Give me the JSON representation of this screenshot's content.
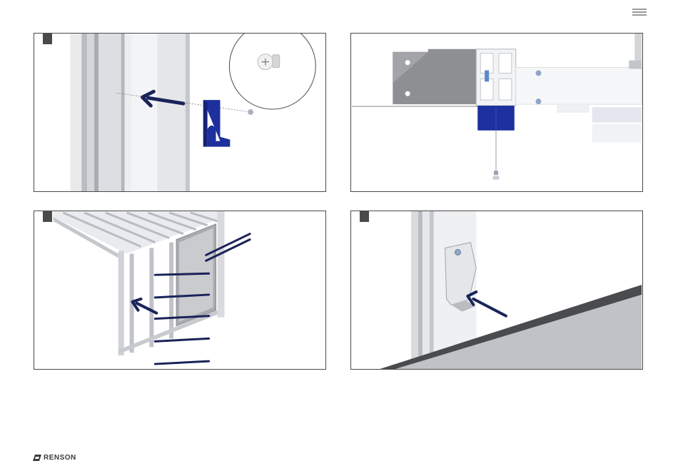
{
  "document": {
    "panels": [
      {
        "id": "panel-1",
        "has_step_marker": true
      },
      {
        "id": "panel-2",
        "has_step_marker": false
      },
      {
        "id": "panel-3",
        "has_step_marker": true
      },
      {
        "id": "panel-4",
        "has_step_marker": true
      }
    ],
    "menu_icon": "hamburger-menu-icon",
    "logo": {
      "text": "RENSON",
      "icon": "renson-logo-icon"
    },
    "colors": {
      "bracket_blue": "#1e2f9e",
      "arrow_navy": "#1a2358",
      "frame_border": "#4a4a4a",
      "profile_grey": "#c9ccd0"
    }
  }
}
